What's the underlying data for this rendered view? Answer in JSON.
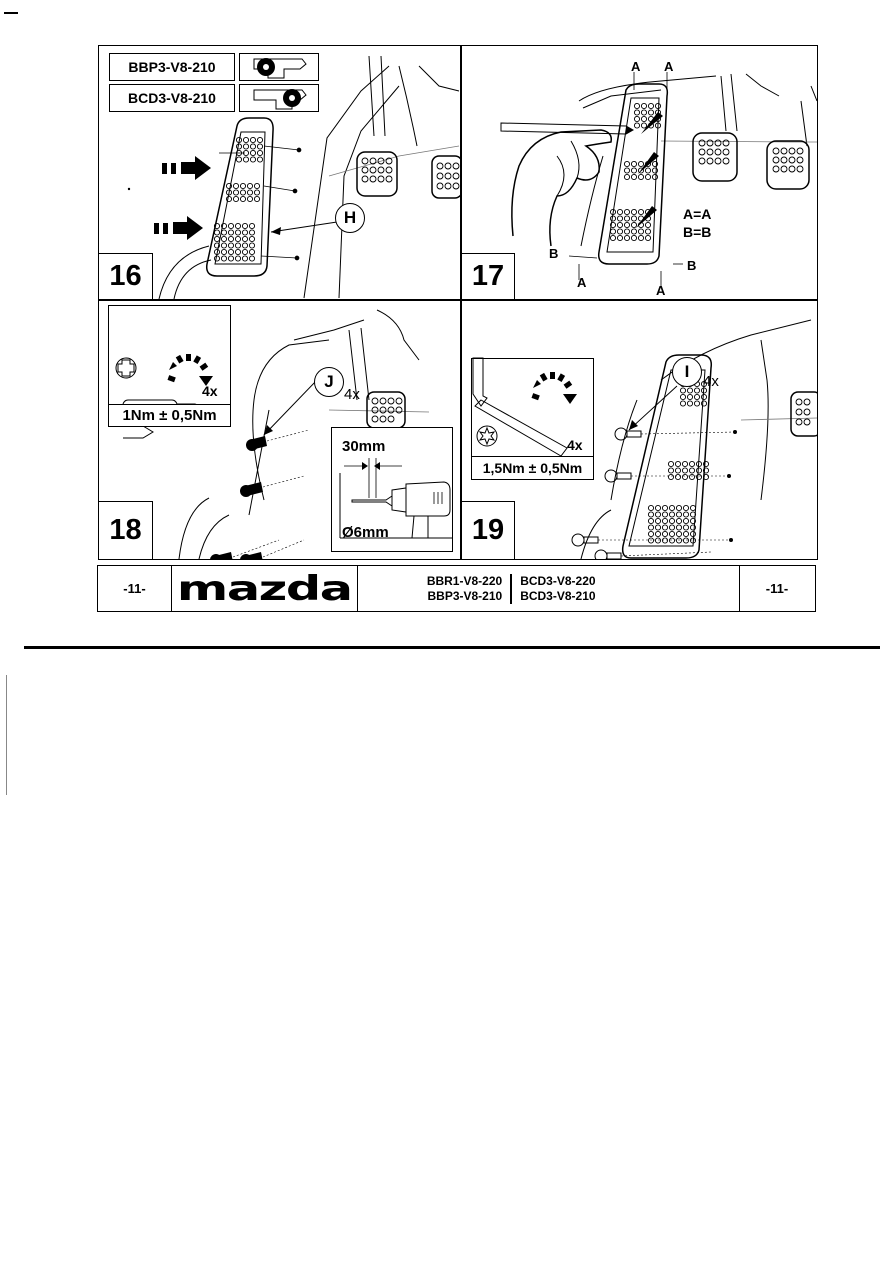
{
  "document": {
    "panels": [
      {
        "step": "16",
        "codes": [
          "BBP3-V8-210",
          "BCD3-V8-210"
        ],
        "callout": "H"
      },
      {
        "step": "17",
        "labels": {
          "a": "A",
          "b": "B",
          "equal_a": "A=A",
          "equal_b": "B=B"
        }
      },
      {
        "step": "18",
        "callout": "J",
        "callout_qty": "4x",
        "tool_qty": "4x",
        "torque": "1Nm ± 0,5Nm",
        "drill_depth": "30mm",
        "drill_diameter": "Ø6mm"
      },
      {
        "step": "19",
        "callout": "I",
        "callout_qty": "4x",
        "tool_qty": "4x",
        "torque": "1,5Nm ± 0,5Nm"
      }
    ],
    "footer": {
      "page_left": "-11-",
      "brand": "mazda",
      "codes_left": [
        "BBR1-V8-220",
        "BBP3-V8-210"
      ],
      "codes_right": [
        "BCD3-V8-220",
        "BCD3-V8-210"
      ],
      "page_right": "-11-"
    }
  },
  "colors": {
    "ink": "#000000",
    "paper": "#ffffff"
  },
  "icons": [
    "star-screw-icon",
    "phillips-head-icon",
    "screwdriver-icon",
    "flat-blade-icon",
    "rotation-arrow-icon",
    "hex-key-icon",
    "torx-head-icon",
    "drill-icon",
    "pencil-icon",
    "hand-icon",
    "pedal-icon",
    "rivet-icon"
  ]
}
